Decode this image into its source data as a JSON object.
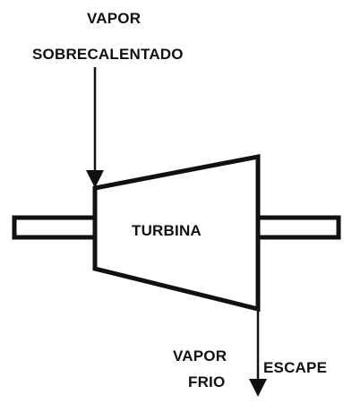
{
  "diagram": {
    "inlet_label_line1": "VAPOR",
    "inlet_label_line2": "SOBRECALENTADO",
    "turbine_label": "TURBINA",
    "outlet_label_line1": "VAPOR",
    "outlet_label_line2": "FRIO",
    "exhaust_label": "ESCAPE",
    "line_color": "#111111",
    "background_color": "#ffffff"
  }
}
